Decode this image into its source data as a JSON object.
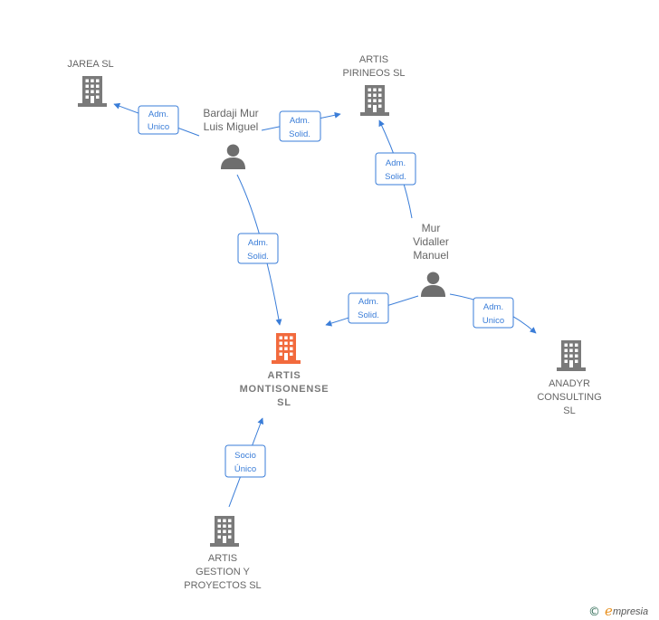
{
  "colors": {
    "edge": "#3a7dd8",
    "company": "#7a7a7a",
    "main_company": "#f26a3d",
    "person": "#6e6e6e",
    "credit_accent": "#e8901f"
  },
  "nodes": {
    "jarea": {
      "type": "company",
      "lines": [
        "JAREA SL"
      ]
    },
    "artis_pirineos": {
      "type": "company",
      "lines": [
        "ARTIS",
        "PIRINEOS  SL"
      ]
    },
    "bardaji": {
      "type": "person",
      "lines": [
        "Bardaji Mur",
        "Luis Miguel"
      ]
    },
    "mur_vidaller": {
      "type": "person",
      "lines": [
        "Mur",
        "Vidaller",
        "Manuel"
      ]
    },
    "artis_montisonense": {
      "type": "main-company",
      "lines": [
        "ARTIS",
        "MONTISONENSE",
        "SL"
      ]
    },
    "anadyr": {
      "type": "company",
      "lines": [
        "ANADYR",
        "CONSULTING",
        "SL"
      ]
    },
    "artis_gestion": {
      "type": "company",
      "lines": [
        "ARTIS",
        "GESTION Y",
        "PROYECTOS SL"
      ]
    }
  },
  "edges": [
    {
      "id": "bardaji-jarea",
      "lines": [
        "Adm.",
        "Unico"
      ]
    },
    {
      "id": "bardaji-pirineos",
      "lines": [
        "Adm.",
        "Solid."
      ]
    },
    {
      "id": "bardaji-montisonense",
      "lines": [
        "Adm.",
        "Solid."
      ]
    },
    {
      "id": "mur-pirineos",
      "lines": [
        "Adm.",
        "Solid."
      ]
    },
    {
      "id": "mur-montisonense",
      "lines": [
        "Adm.",
        "Solid."
      ]
    },
    {
      "id": "mur-anadyr",
      "lines": [
        "Adm.",
        "Unico"
      ]
    },
    {
      "id": "gestion-montisonense",
      "lines": [
        "Socio",
        "Único"
      ]
    }
  ],
  "credit": {
    "symbol": "©",
    "brand_initial": "e",
    "brand_rest": "mpresia"
  }
}
